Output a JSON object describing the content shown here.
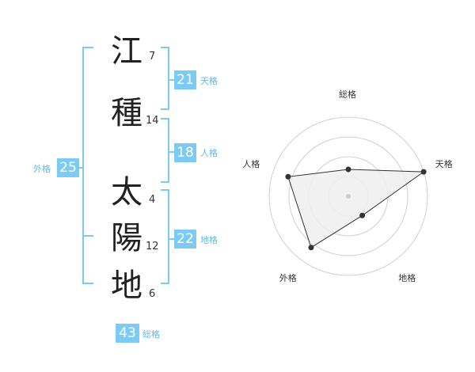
{
  "name": {
    "characters": [
      {
        "char": "江",
        "strokes": "7"
      },
      {
        "char": "種",
        "strokes": "14"
      },
      {
        "char": "太",
        "strokes": "4"
      },
      {
        "char": "陽",
        "strokes": "12"
      },
      {
        "char": "地",
        "strokes": "6"
      }
    ]
  },
  "scores": {
    "tenkaku": {
      "value": "21",
      "label": "天格"
    },
    "jinkaku": {
      "value": "18",
      "label": "人格"
    },
    "chikaku": {
      "value": "22",
      "label": "地格"
    },
    "gaikaku": {
      "value": "25",
      "label": "外格"
    },
    "soukaku": {
      "value": "43",
      "label": "総格"
    }
  },
  "colors": {
    "accent": "#7ccbf5",
    "bracket": "#7ccbf5",
    "label_text": "#64b6e8",
    "kanji_text": "#222222",
    "radar_ring": "#d0d0d0",
    "radar_fill": "#eeeeee",
    "radar_line": "#333333"
  },
  "chart_data": {
    "type": "radar",
    "axes": [
      "総格",
      "天格",
      "地格",
      "外格",
      "人格"
    ],
    "values": [
      1.7,
      5,
      1.5,
      4,
      4
    ],
    "max": 5,
    "rings": 4
  }
}
